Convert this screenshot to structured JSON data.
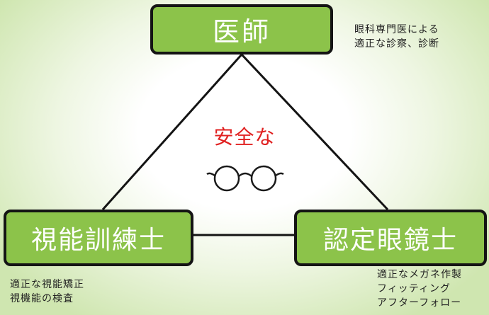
{
  "nodes": {
    "doctor": "医師",
    "orthoptist": "視能訓練士",
    "optician": "認定眼鏡士"
  },
  "notes": {
    "doctor": [
      "眼科専門医による",
      "適正な診察、診断"
    ],
    "orthoptist": [
      "適正な視能矯正",
      "視機能の検査"
    ],
    "optician": [
      "適正なメガネ作製",
      "フィッティング",
      "アフターフォロー"
    ]
  },
  "center": {
    "text": "安全な",
    "icon": "glasses-icon"
  },
  "colors": {
    "node_fill": "#8cc34a",
    "node_border": "#141414",
    "center_text": "#e02020"
  }
}
